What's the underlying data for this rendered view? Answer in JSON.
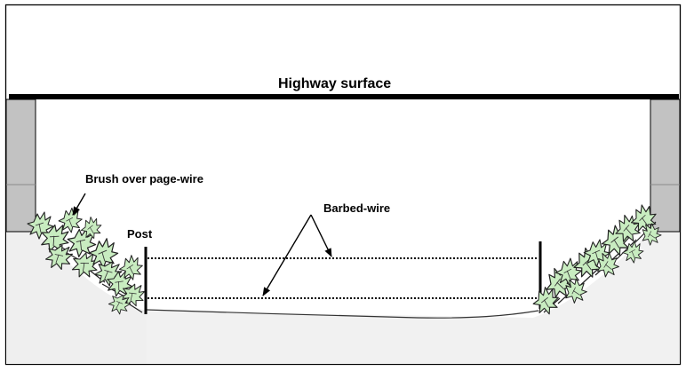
{
  "labels": {
    "highway": "Highway surface",
    "brush": "Brush over page-wire",
    "barbed": "Barbed-wire",
    "post": "Post"
  }
}
